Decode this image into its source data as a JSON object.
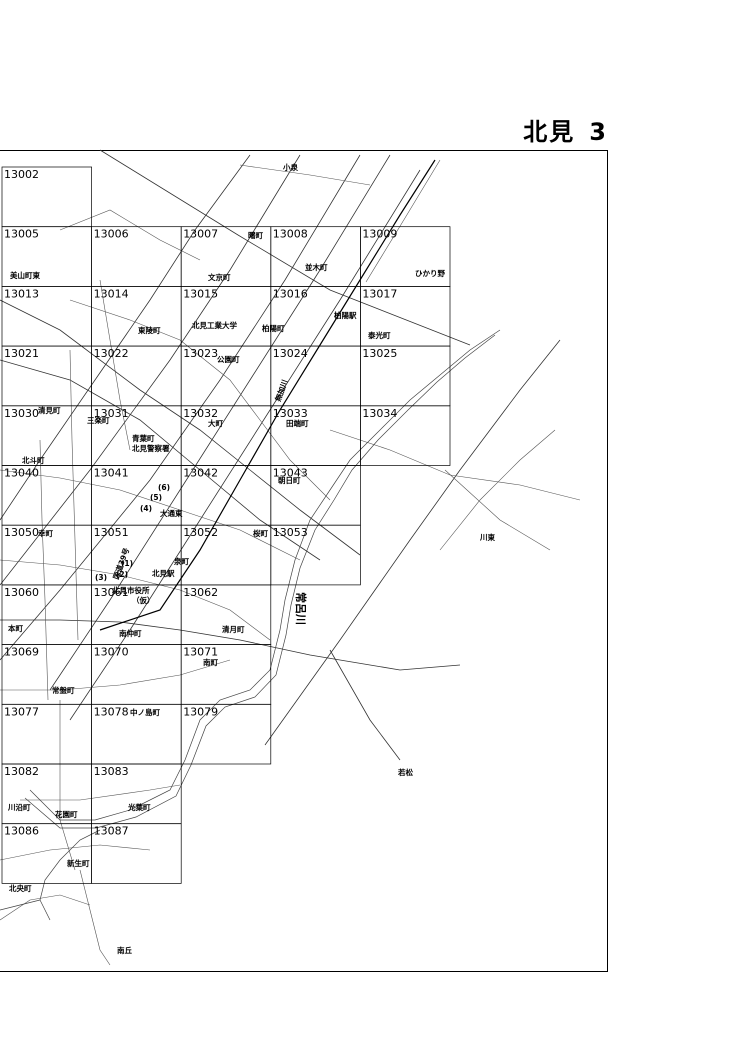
{
  "header": {
    "city": "北見",
    "page": "3"
  },
  "grid_cells": [
    {
      "id": "13002",
      "col": 0,
      "row": 0
    },
    {
      "id": "13005",
      "col": 0,
      "row": 1
    },
    {
      "id": "13006",
      "col": 1,
      "row": 1
    },
    {
      "id": "13007",
      "col": 2,
      "row": 1
    },
    {
      "id": "13008",
      "col": 3,
      "row": 1
    },
    {
      "id": "13009",
      "col": 4,
      "row": 1
    },
    {
      "id": "13013",
      "col": 0,
      "row": 2
    },
    {
      "id": "13014",
      "col": 1,
      "row": 2
    },
    {
      "id": "13015",
      "col": 2,
      "row": 2
    },
    {
      "id": "13016",
      "col": 3,
      "row": 2
    },
    {
      "id": "13017",
      "col": 4,
      "row": 2
    },
    {
      "id": "13021",
      "col": 0,
      "row": 3
    },
    {
      "id": "13022",
      "col": 1,
      "row": 3
    },
    {
      "id": "13023",
      "col": 2,
      "row": 3
    },
    {
      "id": "13024",
      "col": 3,
      "row": 3
    },
    {
      "id": "13025",
      "col": 4,
      "row": 3
    },
    {
      "id": "13030",
      "col": 0,
      "row": 4
    },
    {
      "id": "13031",
      "col": 1,
      "row": 4
    },
    {
      "id": "13032",
      "col": 2,
      "row": 4
    },
    {
      "id": "13033",
      "col": 3,
      "row": 4
    },
    {
      "id": "13034",
      "col": 4,
      "row": 4
    },
    {
      "id": "13040",
      "col": 0,
      "row": 5
    },
    {
      "id": "13041",
      "col": 1,
      "row": 5
    },
    {
      "id": "13042",
      "col": 2,
      "row": 5
    },
    {
      "id": "13043",
      "col": 3,
      "row": 5
    },
    {
      "id": "13050",
      "col": 0,
      "row": 6
    },
    {
      "id": "13051",
      "col": 1,
      "row": 6
    },
    {
      "id": "13052",
      "col": 2,
      "row": 6
    },
    {
      "id": "13053",
      "col": 3,
      "row": 6
    },
    {
      "id": "13060",
      "col": 0,
      "row": 7
    },
    {
      "id": "13061",
      "col": 1,
      "row": 7
    },
    {
      "id": "13062",
      "col": 2,
      "row": 7
    },
    {
      "id": "13069",
      "col": 0,
      "row": 8
    },
    {
      "id": "13070",
      "col": 1,
      "row": 8
    },
    {
      "id": "13071",
      "col": 2,
      "row": 8
    },
    {
      "id": "13077",
      "col": 0,
      "row": 9
    },
    {
      "id": "13078",
      "col": 1,
      "row": 9
    },
    {
      "id": "13079",
      "col": 2,
      "row": 9
    },
    {
      "id": "13082",
      "col": 0,
      "row": 10
    },
    {
      "id": "13083",
      "col": 1,
      "row": 10
    },
    {
      "id": "13086",
      "col": 0,
      "row": 11
    },
    {
      "id": "13087",
      "col": 1,
      "row": 11
    }
  ],
  "places": [
    {
      "name": "小泉"
    },
    {
      "name": "曙町"
    },
    {
      "name": "美山町東"
    },
    {
      "name": "文京町"
    },
    {
      "name": "並木町"
    },
    {
      "name": "ひかり野"
    },
    {
      "name": "東陵町"
    },
    {
      "name": "北見工業大学"
    },
    {
      "name": "柏陽町"
    },
    {
      "name": "柏陽駅"
    },
    {
      "name": "泰光町"
    },
    {
      "name": "公園町"
    },
    {
      "name": "清見町"
    },
    {
      "name": "三楽町"
    },
    {
      "name": "大町"
    },
    {
      "name": "田端町"
    },
    {
      "name": "青葉町"
    },
    {
      "name": "北見警察署"
    },
    {
      "name": "北斗町"
    },
    {
      "name": "朝日町"
    },
    {
      "name": "(6)"
    },
    {
      "name": "(5)"
    },
    {
      "name": "(4)"
    },
    {
      "name": "大通東"
    },
    {
      "name": "幸町"
    },
    {
      "name": "桜町"
    },
    {
      "name": "川東"
    },
    {
      "name": "泉町"
    },
    {
      "name": "(1)"
    },
    {
      "name": "(2)"
    },
    {
      "name": "(3)"
    },
    {
      "name": "北見駅"
    },
    {
      "name": "北見市役所"
    },
    {
      "name": "（仮）"
    },
    {
      "name": "本町"
    },
    {
      "name": "南仲町"
    },
    {
      "name": "清月町"
    },
    {
      "name": "南町"
    },
    {
      "name": "常盤町"
    },
    {
      "name": "中ノ島町"
    },
    {
      "name": "若松"
    },
    {
      "name": "川沿町"
    },
    {
      "name": "花園町"
    },
    {
      "name": "光葉町"
    },
    {
      "name": "新生町"
    },
    {
      "name": "北央町"
    },
    {
      "name": "南丘"
    }
  ],
  "rivers": [
    {
      "name": "常呂川"
    },
    {
      "name": "無加川"
    }
  ],
  "route_label": "国道39号"
}
